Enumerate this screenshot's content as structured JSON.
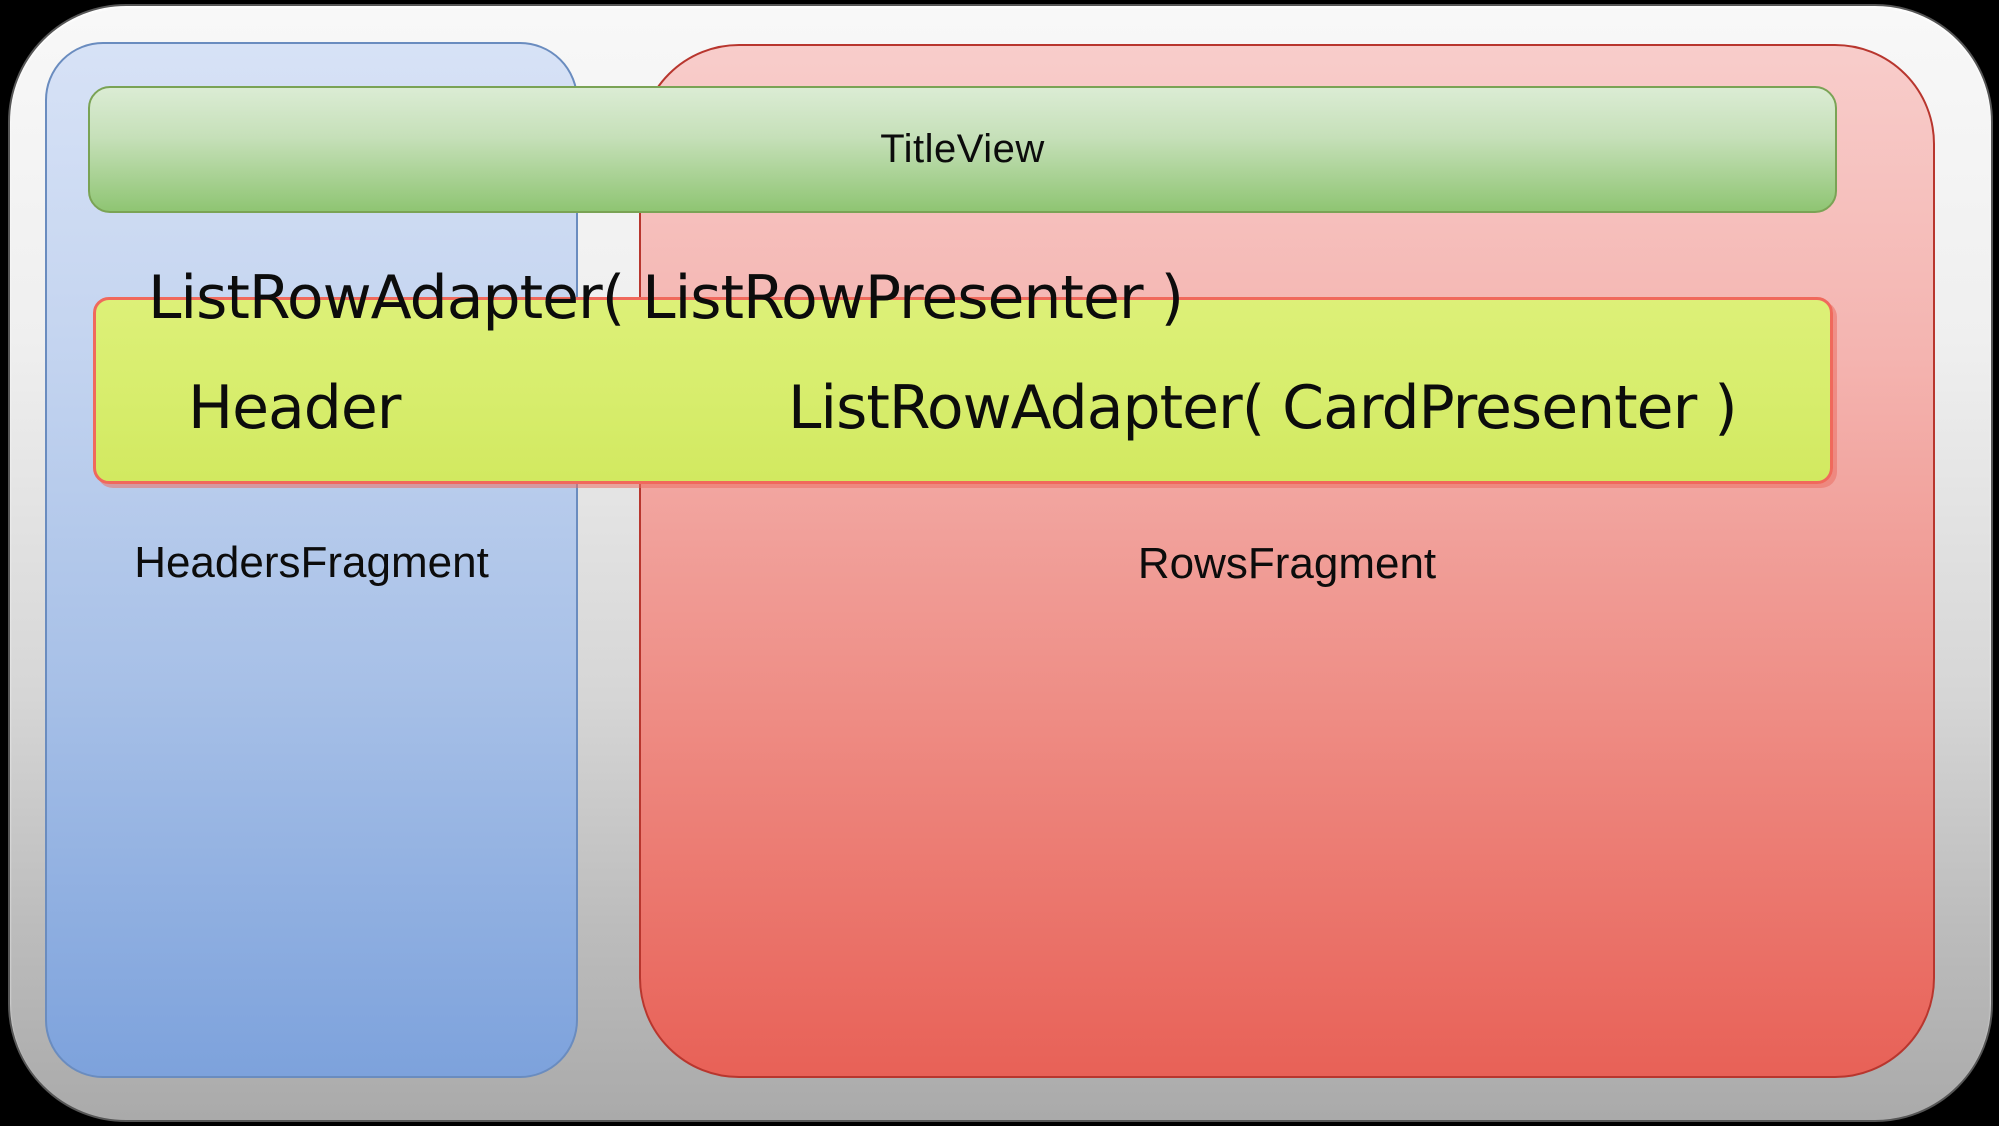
{
  "diagram": {
    "title_view_label": "TitleView",
    "overlay_text": "ListRowAdapter( ListRowPresenter )",
    "header_label": "Header",
    "card_adapter_label": "ListRowAdapter( CardPresenter )",
    "headers_fragment_label": "HeadersFragment",
    "rows_fragment_label": "RowsFragment"
  },
  "colors": {
    "canvas-bg": "#000000",
    "frame-top": "#f8f8f8",
    "frame-bottom": "#aaaaaa",
    "frame-border": "#565656",
    "headers-top": "#d7e2f6",
    "headers-bottom": "#7da2dc",
    "headers-border": "#6a8cbf",
    "rows-top": "#f8cdcb",
    "rows-bottom": "#e86157",
    "rows-border": "#b8362e",
    "title-top": "#dbecd4",
    "title-bottom": "#8fc573",
    "title-border": "#7aa355",
    "listrow-fill": "#d7ed6c",
    "listrow-border": "#f0695c",
    "ink": "#0c0c0c"
  }
}
